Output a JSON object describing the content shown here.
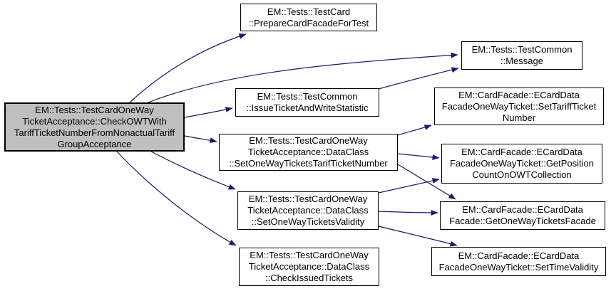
{
  "colors": {
    "background": "#ffffff",
    "edge": "#191970",
    "node_border": "#000000",
    "node_fill": "#ffffff",
    "focus_fill": "#bfbfbf",
    "text": "#000000"
  },
  "graph": {
    "type": "call-graph",
    "nodes": [
      {
        "id": "focus",
        "lines": [
          "EM::Tests::TestCardOneWay",
          "TicketAcceptance::CheckOWTWith",
          "TariffTicketNumberFromNonactualTariff",
          "GroupAcceptance"
        ],
        "focused": true
      },
      {
        "id": "prepare-card-facade-for-test",
        "lines": [
          "EM::Tests::TestCard",
          "::PrepareCardFacadeForTest"
        ]
      },
      {
        "id": "message",
        "lines": [
          "EM::Tests::TestCommon",
          "::Message"
        ]
      },
      {
        "id": "issue-ticket-and-write-statistic",
        "lines": [
          "EM::Tests::TestCommon",
          "::IssueTicketAndWriteStatistic"
        ]
      },
      {
        "id": "set-tariff-ticket-number",
        "lines": [
          "EM::CardFacade::ECardData",
          "FacadeOneWayTicket::SetTariffTicket",
          "Number"
        ]
      },
      {
        "id": "set-one-way-tickets-tarif-ticket-number",
        "lines": [
          "EM::Tests::TestCardOneWay",
          "TicketAcceptance::DataClass",
          "::SetOneWayTicketsTarifTicketNumber"
        ]
      },
      {
        "id": "get-position-count-on-owt-collection",
        "lines": [
          "EM::CardFacade::ECardData",
          "FacadeOneWayTicket::GetPosition",
          "CountOnOWTCollection"
        ]
      },
      {
        "id": "set-one-way-tickets-validity",
        "lines": [
          "EM::Tests::TestCardOneWay",
          "TicketAcceptance::DataClass",
          "::SetOneWayTicketsValidity"
        ]
      },
      {
        "id": "get-one-way-tickets-facade",
        "lines": [
          "EM::CardFacade::ECardData",
          "Facade::GetOneWayTicketsFacade"
        ]
      },
      {
        "id": "set-time-validity",
        "lines": [
          "EM::CardFacade::ECardData",
          "FacadeOneWayTicket::SetTimeValidity"
        ]
      },
      {
        "id": "check-issued-tickets",
        "lines": [
          "EM::Tests::TestCardOneWay",
          "TicketAcceptance::DataClass",
          "::CheckIssuedTickets"
        ]
      }
    ],
    "edges": [
      {
        "from": "focus",
        "to": "prepare-card-facade-for-test"
      },
      {
        "from": "focus",
        "to": "message"
      },
      {
        "from": "focus",
        "to": "issue-ticket-and-write-statistic"
      },
      {
        "from": "focus",
        "to": "set-one-way-tickets-tarif-ticket-number"
      },
      {
        "from": "focus",
        "to": "set-one-way-tickets-validity"
      },
      {
        "from": "focus",
        "to": "check-issued-tickets"
      },
      {
        "from": "issue-ticket-and-write-statistic",
        "to": "message"
      },
      {
        "from": "set-one-way-tickets-tarif-ticket-number",
        "to": "set-tariff-ticket-number"
      },
      {
        "from": "set-one-way-tickets-tarif-ticket-number",
        "to": "get-position-count-on-owt-collection"
      },
      {
        "from": "set-one-way-tickets-tarif-ticket-number",
        "to": "get-one-way-tickets-facade"
      },
      {
        "from": "set-one-way-tickets-validity",
        "to": "get-position-count-on-owt-collection"
      },
      {
        "from": "set-one-way-tickets-validity",
        "to": "get-one-way-tickets-facade"
      },
      {
        "from": "set-one-way-tickets-validity",
        "to": "set-time-validity"
      }
    ]
  }
}
